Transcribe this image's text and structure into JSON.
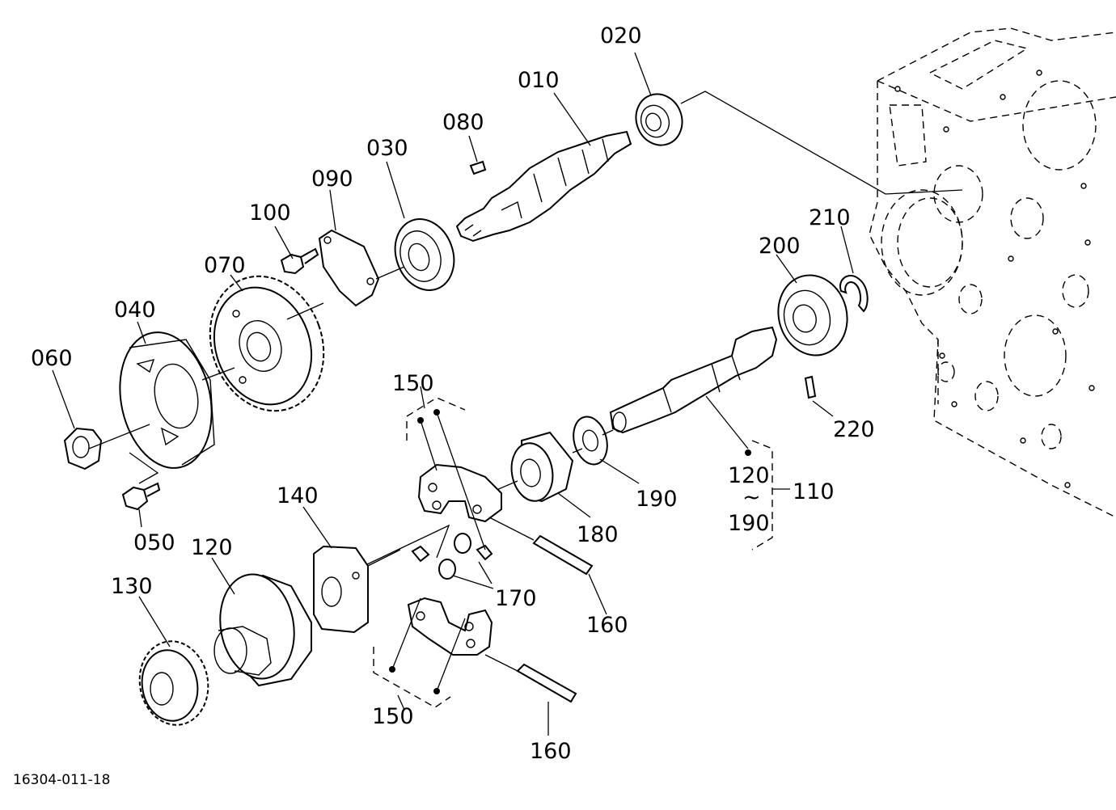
{
  "labels": {
    "p010": "010",
    "p020": "020",
    "p030": "030",
    "p040": "040",
    "p050": "050",
    "p060": "060",
    "p070": "070",
    "p080": "080",
    "p090": "090",
    "p100": "100",
    "p110": "110",
    "p120_range_start": "120",
    "p120_range_tilde": "~",
    "p120_range_end": "190",
    "p120": "120",
    "p130": "130",
    "p140": "140",
    "p150_top": "150",
    "p150_bottom": "150",
    "p160_right": "160",
    "p160_bottom": "160",
    "p170": "170",
    "p180": "180",
    "p190": "190",
    "p200": "200",
    "p210": "210",
    "p220": "220"
  },
  "figure_code": "16304-011-18"
}
